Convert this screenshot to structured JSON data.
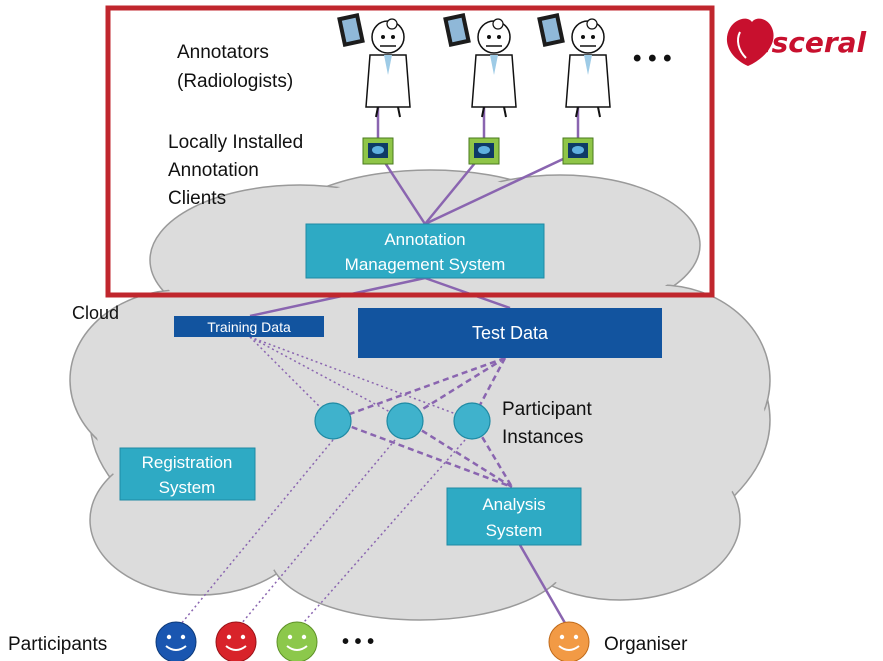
{
  "labels": {
    "annotators_line1": "Annotators",
    "annotators_line2": "(Radiologists)",
    "clients_line1": "Locally Installed",
    "clients_line2": "Annotation",
    "clients_line3": "Clients",
    "cloud": "Cloud",
    "participant_instances_line1": "Participant",
    "participant_instances_line2": "Instances",
    "participants": "Participants",
    "organiser": "Organiser",
    "ellipsis": "• • •"
  },
  "boxes": {
    "annotation_mgmt_line1": "Annotation",
    "annotation_mgmt_line2": "Management System",
    "training_data": "Training Data",
    "test_data": "Test Data",
    "registration_line1": "Registration",
    "registration_line2": "System",
    "analysis_line1": "Analysis",
    "analysis_line2": "System"
  },
  "logo": {
    "text": "isceral"
  },
  "icons": {
    "radiologist": "radiologist-cartoon-icon",
    "client": "annotation-client-monitor-icon",
    "participant": "smiley-face-icon"
  },
  "colors": {
    "highlight_frame": "#c0262d",
    "cloud_fill": "#dcdcdc",
    "light_box": "#2eaac4",
    "dark_box": "#12549f",
    "instance_node": "#3fb2cc",
    "link_line": "#8a65b0",
    "participant_blue": "#1a56b0",
    "participant_red": "#d8232a",
    "participant_green": "#8cc84b",
    "organiser_orange": "#f29a45"
  }
}
